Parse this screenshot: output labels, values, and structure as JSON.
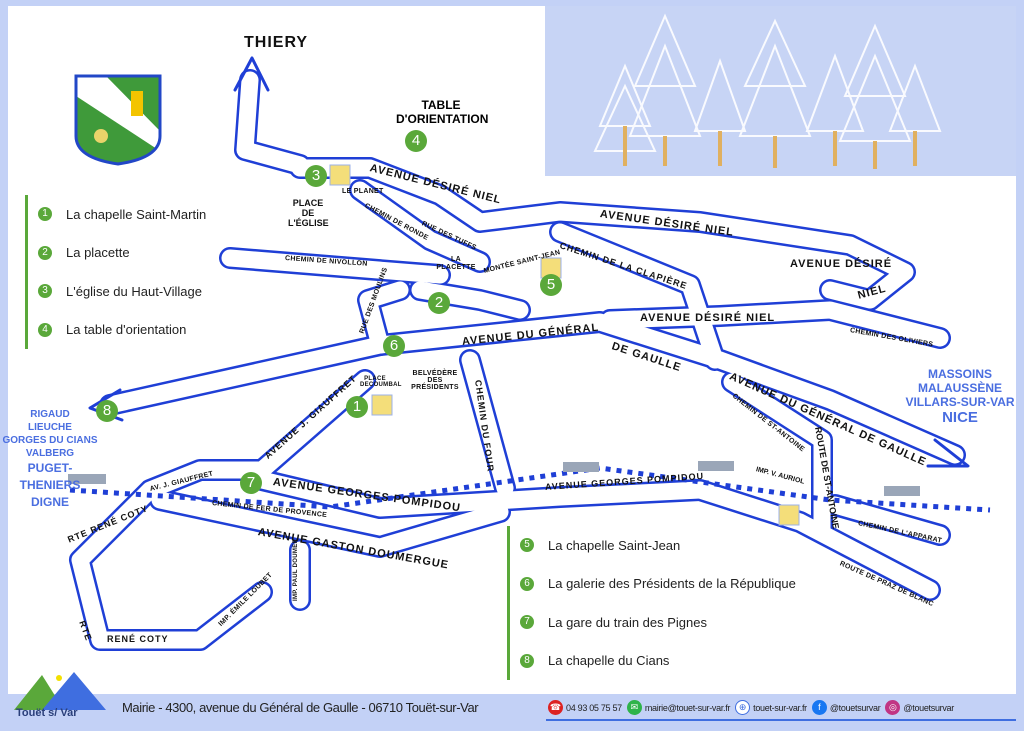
{
  "title_top": "THIERY",
  "table_orientation": {
    "label": "TABLE D'ORIENTATION",
    "number": "4"
  },
  "legend_top": [
    {
      "n": "1",
      "label": "La chapelle Saint-Martin"
    },
    {
      "n": "2",
      "label": "La placette"
    },
    {
      "n": "3",
      "label": "L'église du Haut-Village"
    },
    {
      "n": "4",
      "label": "La table d'orientation"
    }
  ],
  "legend_bottom": [
    {
      "n": "5",
      "label": "La chapelle Saint-Jean"
    },
    {
      "n": "6",
      "label": "La galerie des Présidents de la République"
    },
    {
      "n": "7",
      "label": "La gare du train des Pignes"
    },
    {
      "n": "8",
      "label": "La chapelle du Cians"
    }
  ],
  "streets": {
    "desire_niel_1": "AVENUE DÉSIRÉ NIEL",
    "desire_niel_2": "AVENUE DÉSIRÉ NIEL",
    "desire_niel_3": "AVENUE DÉSIRÉ",
    "niel": "NIEL",
    "desire_niel_4": "AVENUE DÉSIRÉ NIEL",
    "place_eglise": "PLACE DE L'ÉGLISE",
    "le_planet": "LE PLANET",
    "chemin_ronde": "CHEMIN DE RONDE",
    "rue_tuffs": "RUE DES TUFFS",
    "la_placette": "LA PLACETTE",
    "montee_st_jean": "MONTÉE SAINT-JEAN",
    "chemin_nivollon": "CHEMIN DE NIVOLLON",
    "clapiere": "CHEMIN DE LA CLAPIÈRE",
    "chemin_oliviers": "CHEMIN DES OLIVIERS",
    "rue_moulins": "RUE DES MOULINS",
    "general_1": "AVENUE DU GÉNÉRAL",
    "de_gaulle": "DE GAULLE",
    "general_2": "AVENUE DU GÉNÉRAL DE GAULLE",
    "place_decoumbal": "PLACE DECOUMBAL",
    "belvedere": "BELVÉDÈRE DES PRÉSIDENTS",
    "chemin_four": "CHEMIN DU FOUR",
    "giauffret_1": "AVENUE J. GIAUFFRET",
    "giauffret_2": "AV. J. GIAUFFRET",
    "pompidou_1": "AVENUE GEORGES POMPIDOU",
    "pompidou_2": "AVENUE GEORGES POMPIDOU",
    "chemin_fer": "CHEMIN DE FER DE PROVENCE",
    "gaston": "AVENUE GASTON DOUMERGUE",
    "rene_coty_1": "RTE RENÉ COTY",
    "rene_coty_2": "RTE",
    "rene_coty_3": "RENÉ COTY",
    "paul_doumer": "IMP. PAUL DOUMER",
    "emile_loubet": "IMP. ÉMILE LOUBET",
    "st_antoine_chemin": "CHEMIN DE ST-ANTOINE",
    "st_antoine_route": "ROUTE DE ST-ANTOINE",
    "auriol": "IMP. V. AURIOL",
    "apparat": "CHEMIN DE L'APPARAT",
    "praz_blanc": "ROUTE DE PRAZ DE BLANC"
  },
  "destinations_west": {
    "small": [
      "RIGAUD",
      "LIEUCHE",
      "GORGES DU CIANS",
      "VALBERG"
    ],
    "big": [
      "PUGET-THENIERS",
      "DIGNE"
    ]
  },
  "destinations_east": {
    "small": [
      "MASSOINS",
      "MALAUSSÈNE",
      "VILLARS-SUR-VAR"
    ],
    "big": "NICE"
  },
  "footer": {
    "logo_text": "Touët s/ Var",
    "address": "Mairie - 4300, avenue du Général de Gaulle - 06710 Touët-sur-Var",
    "phone": "04 93 05 75 57",
    "email": "mairie@touet-sur-var.fr",
    "web": "touet-sur-var.fr",
    "facebook": "@touetsurvar",
    "instagram": "@touetsurvar"
  },
  "colors": {
    "road": "#1f3fd6",
    "accent": "#5aa83a",
    "destination": "#4a6ee0",
    "frame": "#c3d1f6"
  }
}
